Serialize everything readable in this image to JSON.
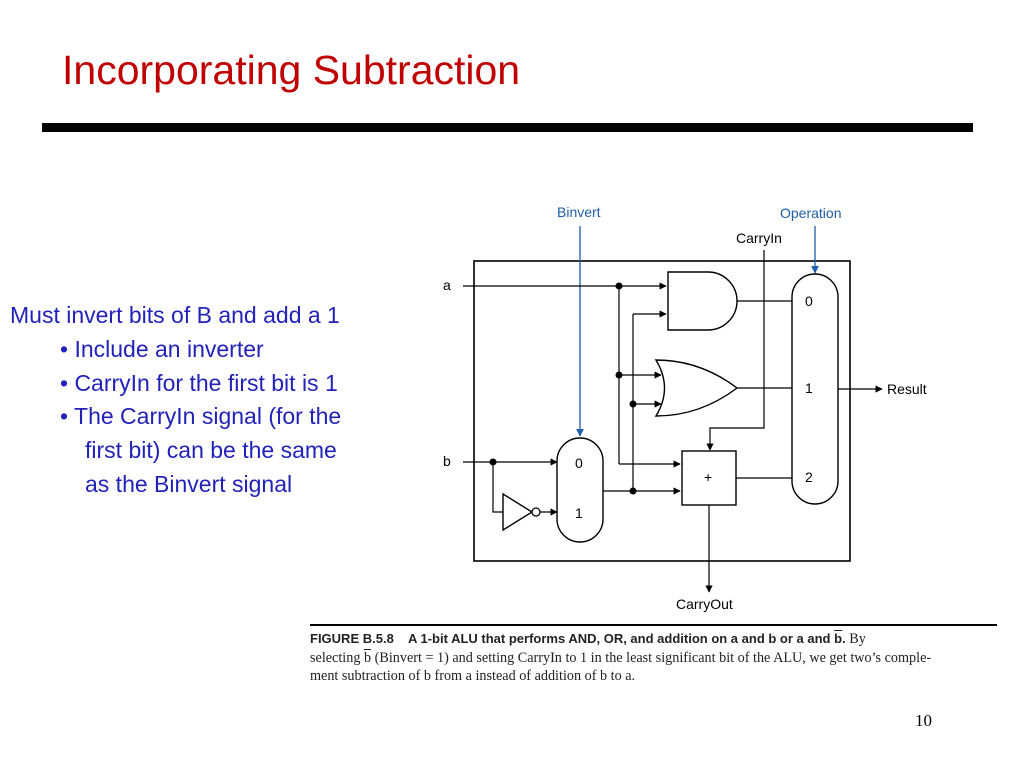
{
  "slide": {
    "title": "Incorporating Subtraction",
    "page_number": "10"
  },
  "bullets": {
    "main": "Must invert bits of B and add a 1",
    "items": [
      "• Include an inverter",
      "• CarryIn for the first bit is 1",
      "• The CarryIn signal (for the",
      "first bit) can be the same",
      "as the Binvert signal"
    ]
  },
  "diagram": {
    "labels": {
      "binvert": "Binvert",
      "operation": "Operation",
      "carryin": "CarryIn",
      "carryout": "CarryOut",
      "result": "Result",
      "input_a": "a",
      "input_b": "b",
      "adder_symbol": "+"
    },
    "mux_b_inputs": [
      "0",
      "1"
    ],
    "mux_result_inputs": [
      "0",
      "1",
      "2"
    ],
    "colors": {
      "signal_blue": "#1f5fa8",
      "title_red": "#c00000",
      "bullet_blue": "#2222bb"
    }
  },
  "caption": {
    "label": "FIGURE B.5.8",
    "title_part1": "A 1-bit ALU that performs AND, OR, and addition on a and b or a and ",
    "title_b": "b",
    "title_end": ".",
    "line1_end": " By",
    "line2_a": "selecting ",
    "line2_b": "b",
    "line2_c": " (Binvert = 1) and setting CarryIn to 1 in the least significant bit of the ALU, we get two’s comple-",
    "line3": "ment subtraction of b from a instead of addition of b to a."
  }
}
